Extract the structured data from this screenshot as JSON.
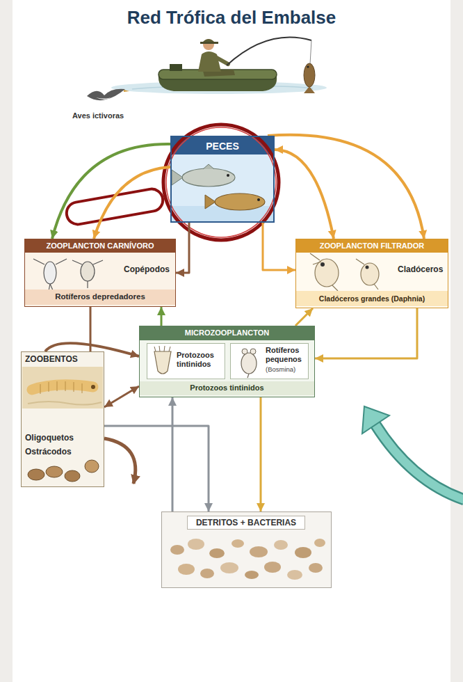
{
  "diagram": {
    "title": "Red Trófica del Embalse",
    "nodes": [
      {
        "text": [
          "PECES"
        ]
      },
      {
        "text": [
          "ZOOPLANCTON CARNÍVORO",
          "Copépodos",
          "Rotíferos depredadores"
        ]
      },
      {
        "text": [
          "ZOOPLANCTON FILTRADOR",
          "Cladóceros",
          "Cladóceros grandes (Daphnia)"
        ]
      },
      {
        "text": [
          "MICROZOOPLANCTON",
          "Protozoos tintinidos"
        ]
      },
      {
        "text": [
          "Protozoos tintinidos"
        ],
        "in": 3
      },
      {
        "text": [
          "Rotíferos pequenos",
          "(Bosmina)"
        ],
        "in": 3
      },
      {
        "text": [
          "ZOOBENTOS",
          "Oligoquetos",
          "Ostrácodos"
        ]
      },
      {
        "text": [
          "DETRITOS + BACTERIAS"
        ]
      }
    ],
    "edges": [
      {
        "from": 0,
        "to": 1,
        "arrow": "to"
      },
      {
        "from": 0,
        "to": 1,
        "arrow": "to"
      },
      {
        "from": 0,
        "to": 1,
        "arrow": "to"
      },
      {
        "from": 0,
        "to": 2,
        "arrow": "both"
      },
      {
        "from": 0,
        "to": 2,
        "arrow": "to"
      },
      {
        "from": 0,
        "to": 2,
        "arrow": "to"
      },
      {
        "from": 1,
        "to": 6,
        "arrow": "none"
      },
      {
        "from": 6,
        "to": 3,
        "arrow": "to"
      },
      {
        "from": 3,
        "to": 6,
        "arrow": "both"
      },
      {
        "from": 6,
        "to": 7,
        "arrow": "to"
      },
      {
        "from": 7,
        "to": 3,
        "arrow": "to"
      },
      {
        "from": 3,
        "to": 7,
        "arrow": "to"
      },
      {
        "from": 2,
        "to": 3,
        "arrow": "to"
      },
      {
        "from": 3,
        "to": 2,
        "arrow": "to"
      },
      {
        "from": 3,
        "to": 1,
        "arrow": "to"
      }
    ],
    "labels": [
      "Aves ictivoras"
    ]
  }
}
